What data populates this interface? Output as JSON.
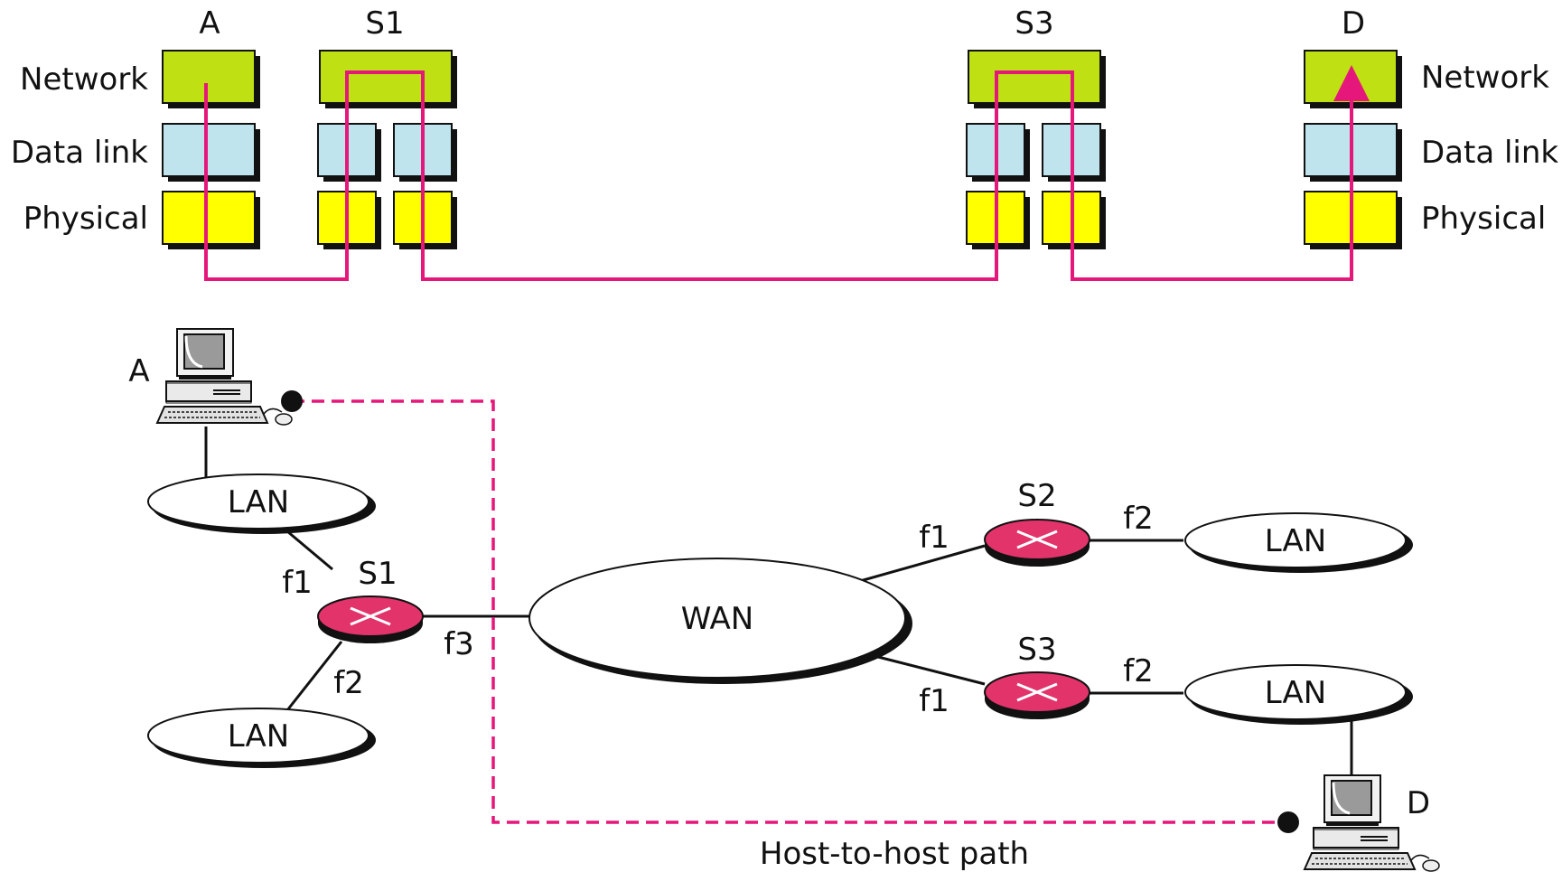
{
  "colors": {
    "network": "#bfe012",
    "datalink": "#bfe4ee",
    "physical": "#ffff00",
    "path": "#e6177a",
    "router": "#e2336b",
    "shadow": "#111111"
  },
  "top": {
    "node_labels": {
      "a": "A",
      "s1": "S1",
      "s3": "S3",
      "d": "D"
    },
    "left_layers": {
      "network": "Network",
      "datalink": "Data link",
      "physical": "Physical"
    },
    "right_layers": {
      "network": "Network",
      "datalink": "Data link",
      "physical": "Physical"
    }
  },
  "bottom": {
    "host_a": "A",
    "host_d": "D",
    "lan_a": "LAN",
    "lan_s1_bottom": "LAN",
    "lan_s2": "LAN",
    "lan_s3": "LAN",
    "wan": "WAN",
    "router_s1": "S1",
    "router_s2": "S2",
    "router_s3": "S3",
    "s1_f1": "f1",
    "s1_f2": "f2",
    "s1_f3": "f3",
    "s2_f1": "f1",
    "s2_f2": "f2",
    "s3_f1": "f1",
    "s3_f2": "f2",
    "path_caption": "Host-to-host path"
  },
  "icons": [
    "computer-icon",
    "router-icon"
  ]
}
